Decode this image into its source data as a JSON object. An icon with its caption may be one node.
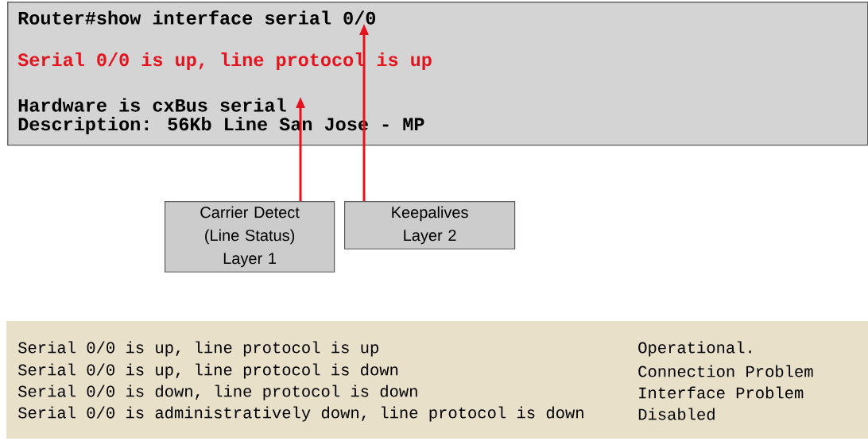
{
  "diagram": {
    "nodes": [
      {
        "text": [
          "Router#show interface serial 0/0",
          "Serial 0/0 is up, line protocol is up",
          "Hardware is cxBus serial",
          "Description: 56Kb Line San Jose - MP"
        ]
      },
      {
        "text": [
          "Carrier Detect (Line Status) Layer 1"
        ]
      },
      {
        "text": [
          "Keepalives Layer 2"
        ]
      }
    ],
    "edges": [
      {
        "from": 1,
        "to": 0,
        "arrow": "to"
      },
      {
        "from": 2,
        "to": 0,
        "arrow": "to"
      }
    ],
    "labels": [
      "Serial 0/0 is up, line protocol is up",
      "Operational.",
      "Serial 0/0 is up, line protocol is down",
      "Connection Problem",
      "Serial 0/0 is down, line protocol is down",
      "Interface Problem",
      "Serial 0/0 is administratively down, line protocol is down",
      "Disabled"
    ]
  }
}
